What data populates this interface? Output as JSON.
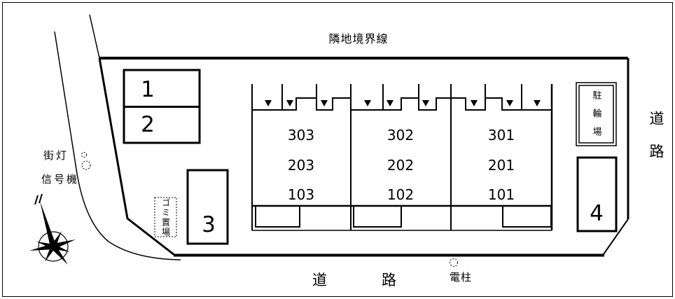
{
  "labels": {
    "adjacent_boundary": "隣地境界線",
    "road_bottom": "道路",
    "road_right": "道路",
    "street_light": "街灯",
    "traffic_signal": "信号機",
    "utility_pole": "電柱",
    "garbage_area": "ゴミ置場",
    "bicycle_area": "駐輪場"
  },
  "parking_spaces": {
    "s1": "1",
    "s2": "2",
    "s3": "3",
    "s4": "4"
  },
  "building": {
    "blocks": [
      {
        "units": [
          "303",
          "203",
          "103"
        ]
      },
      {
        "units": [
          "302",
          "202",
          "102"
        ]
      },
      {
        "units": [
          "301",
          "201",
          "101"
        ]
      }
    ]
  },
  "colors": {
    "line": "#000000",
    "background": "#ffffff"
  }
}
